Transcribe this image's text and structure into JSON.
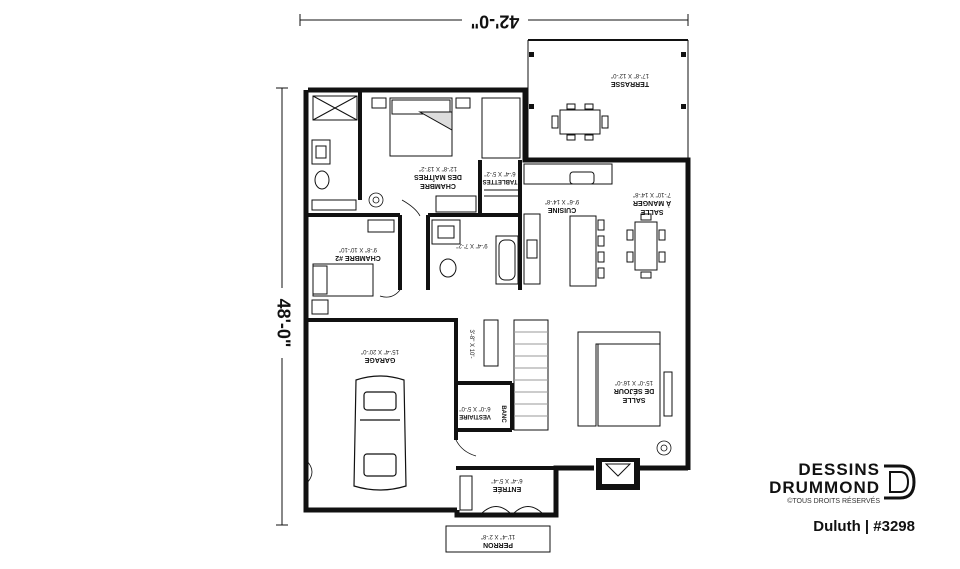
{
  "dimensions": {
    "width": "42'-0\"",
    "depth": "48'-0\""
  },
  "rooms": {
    "terrasse": {
      "name": "TERRASSE",
      "size": "17'-8\" X 12'-0\""
    },
    "chambre_maitres": {
      "name1": "CHAMBRE",
      "name2": "DES MAÎTRES",
      "size": "12'-8\" X 13'-2\""
    },
    "tablettes": {
      "name": "TABLETTES",
      "size": "6'-4\" X 5'-2\""
    },
    "salle_manger": {
      "name1": "SALLE",
      "name2": "À MANGER",
      "size": "7'-10\" X 14'-8\""
    },
    "cuisine": {
      "name": "CUISINE",
      "size": "9'-6\" X 14'-8\""
    },
    "chambre2": {
      "name": "CHAMBRE #2",
      "size": "9'-8\" X 10'-10\""
    },
    "sdb": {
      "size": "9'-4\" X 7'-2\""
    },
    "hall": {
      "size": "3'-8\" X 10'-"
    },
    "garage": {
      "name": "GARAGE",
      "size": "15'-4\" X 20'-0\""
    },
    "salle_sejour": {
      "name1": "SALLE",
      "name2": "DE SÉJOUR",
      "size": "15'-0\" X 16'-0\""
    },
    "vestiaire": {
      "name": "VESTIAIRE",
      "size": "6'-0\" X 5'-0\""
    },
    "banc": {
      "name": "BANC"
    },
    "entree": {
      "name": "ENTRÉE",
      "size": "6'-4\" X 5'-4\""
    },
    "perron": {
      "name": "PERRON",
      "size": "11'-4\" X 2'-8\""
    }
  },
  "branding": {
    "line1": "DESSINS",
    "line2": "DRUMMOND",
    "tagline": "©TOUS DROITS RÉSERVÉS",
    "caption": "Duluth | #3298"
  },
  "colors": {
    "ink": "#111111",
    "paper": "#ffffff",
    "stair": "#cccccc"
  },
  "icons": [
    "car-icon",
    "plant-icon",
    "drummond-logo-icon"
  ]
}
